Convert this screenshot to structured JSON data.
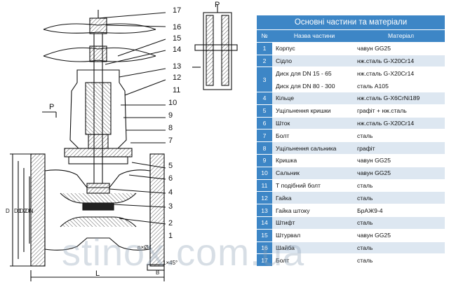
{
  "drawing": {
    "callouts": [
      "17",
      "16",
      "15",
      "14",
      "13",
      "12",
      "11",
      "10",
      "9",
      "8",
      "7",
      "5",
      "6",
      "4",
      "3",
      "2",
      "1"
    ],
    "flow_label_left": "P",
    "flow_label_right": "P",
    "dim_left": [
      "D",
      "D1",
      "D2",
      "DN"
    ],
    "dim_hole": "n×Ø4",
    "dim_chamfer": "1×45°",
    "dim_l": "L",
    "dim_b": "B"
  },
  "table": {
    "title": "Основні частини та матеріали",
    "headers": {
      "num": "№",
      "name": "Назва частини",
      "material": "Матеріал"
    },
    "rows": [
      {
        "num": "1",
        "name": "Корпус",
        "material": "чавун GG25"
      },
      {
        "num": "2",
        "name": "Сідло",
        "material": "нж.сталь G-X20Cr14"
      },
      {
        "num": "3",
        "name": "Диск для DN 15 - 65",
        "material": "нж.сталь G-X20Cr14"
      },
      {
        "num": "",
        "name": "Диск для DN 80 - 300",
        "material": "сталь A105"
      },
      {
        "num": "4",
        "name": "Кільце",
        "material": "нж.сталь G-X6CrNi189"
      },
      {
        "num": "5",
        "name": "Ущільнення кришки",
        "material": "графіт + нж.сталь"
      },
      {
        "num": "6",
        "name": "Шток",
        "material": "нж.сталь G-X20Cr14"
      },
      {
        "num": "7",
        "name": "Болт",
        "material": "сталь"
      },
      {
        "num": "8",
        "name": "Ущільнення сальника",
        "material": "графіт"
      },
      {
        "num": "9",
        "name": "Кришка",
        "material": "чавун GG25"
      },
      {
        "num": "10",
        "name": "Сальник",
        "material": "чавун GG25"
      },
      {
        "num": "11",
        "name": "Т подібний болт",
        "material": "сталь"
      },
      {
        "num": "12",
        "name": "Гайка",
        "material": "сталь"
      },
      {
        "num": "13",
        "name": "Гайка штоку",
        "material": "БрАЖ9-4"
      },
      {
        "num": "14",
        "name": "Штифт",
        "material": "сталь"
      },
      {
        "num": "15",
        "name": "Штурвал",
        "material": "чавун GG25"
      },
      {
        "num": "16",
        "name": "Шайба",
        "material": "сталь"
      },
      {
        "num": "17",
        "name": "Болт",
        "material": "сталь"
      }
    ]
  },
  "watermark": "stinox.com.ua",
  "colors": {
    "header_blue": "#3d86c6",
    "row_stripe": "#dde7f1",
    "line": "#111111"
  }
}
